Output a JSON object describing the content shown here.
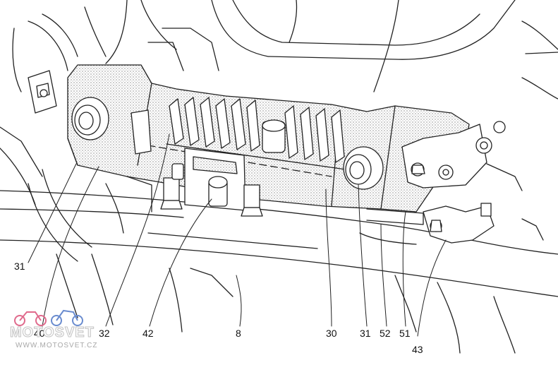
{
  "figure": {
    "labels": [
      {
        "id": "31-left",
        "text": "31"
      },
      {
        "id": "40",
        "text": "40"
      },
      {
        "id": "32",
        "text": "32"
      },
      {
        "id": "42",
        "text": "42"
      },
      {
        "id": "8",
        "text": "8"
      },
      {
        "id": "30",
        "text": "30"
      },
      {
        "id": "31-right",
        "text": "31"
      },
      {
        "id": "52",
        "text": "52"
      },
      {
        "id": "51",
        "text": "51"
      },
      {
        "id": "43",
        "text": "43"
      }
    ]
  },
  "watermark": {
    "brand": "MOTOSVET",
    "url": "WWW.MOTOSVET.CZ"
  }
}
